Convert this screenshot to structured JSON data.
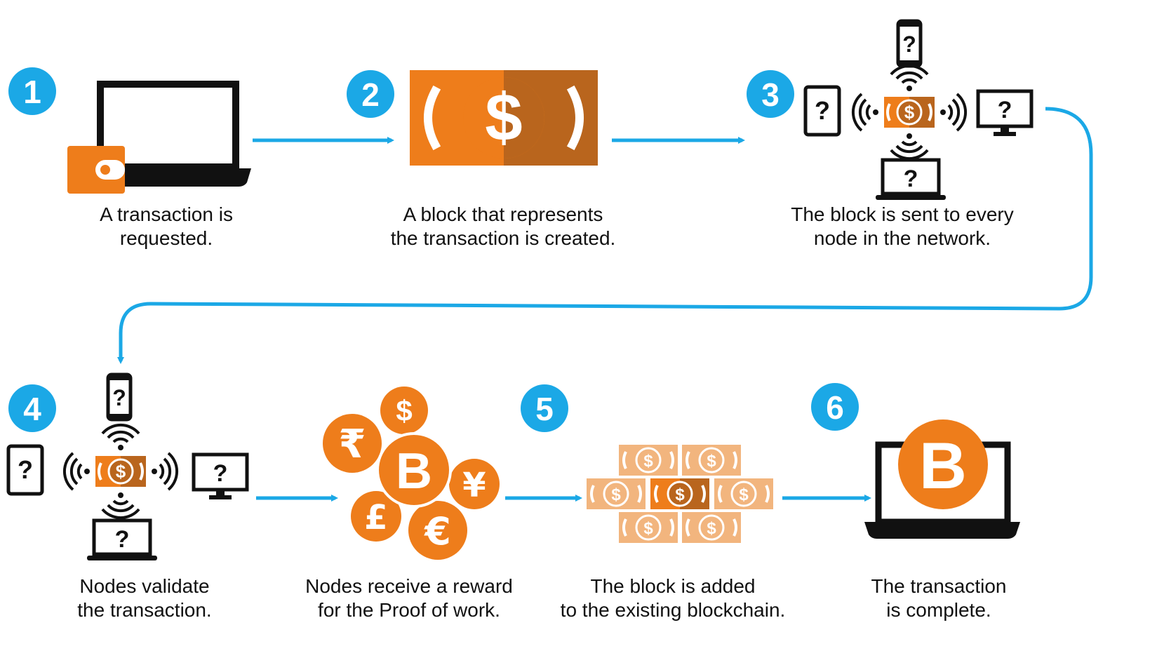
{
  "colors": {
    "accent_blue": "#1ba8e6",
    "orange": "#ee7d1b",
    "orange_dark": "#b9651d",
    "orange_light": "#f2b57e",
    "black": "#111111",
    "white": "#ffffff"
  },
  "steps": [
    {
      "number": "1",
      "icon": "laptop-wallet-icon",
      "caption": [
        "A transaction is",
        "requested."
      ]
    },
    {
      "number": "2",
      "icon": "banknote-block-icon",
      "caption": [
        "A block that represents",
        "the transaction is created."
      ]
    },
    {
      "number": "3",
      "icon": "network-broadcast-icon",
      "caption": [
        "The block is sent to every",
        "node in the network."
      ]
    },
    {
      "number": "4",
      "icon": "network-validate-icon",
      "caption": [
        "Nodes validate",
        "the transaction."
      ]
    },
    {
      "number": "",
      "icon": "currency-coins-icon",
      "caption": [
        "Nodes receive a reward",
        "for the Proof of work."
      ]
    },
    {
      "number": "5",
      "icon": "blockchain-blocks-icon",
      "caption": [
        "The block is added",
        "to the existing blockchain."
      ]
    },
    {
      "number": "6",
      "icon": "laptop-bitcoin-icon",
      "caption": [
        "The transaction",
        "is complete."
      ]
    }
  ],
  "symbols": {
    "dollar": "$",
    "unknown": "?",
    "bitcoin": "B",
    "rupee": "₹",
    "pound": "£",
    "yen": "¥",
    "euro": "€"
  }
}
